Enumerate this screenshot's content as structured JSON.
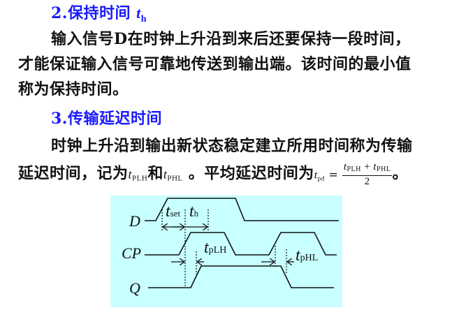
{
  "section2": {
    "heading_prefix": "2.保持时间 ",
    "heading_symbol": "t",
    "heading_subscript": "h",
    "paragraph_lines": [
      "输入信号D在时钟上升沿到来后还要保持一段时间，",
      "才能保证输入信号可靠地传送到输出端。该时间的最小值",
      "称为保持时间。"
    ]
  },
  "section3": {
    "heading": "3.传输延迟时间",
    "paragraph_line1": "时钟上升沿到输出新状态稳定建立所用时间称为传输",
    "paragraph_line2": {
      "text_a": "延迟时间，记为",
      "sym1": "t",
      "sub1": "PLH",
      "text_b": "和",
      "sym2": "t",
      "sub2": "PHL",
      "text_c": " 。平均延迟时间为",
      "formula": {
        "lhs_sym": "t",
        "lhs_sub": "pd",
        "equals": " = ",
        "numerator": "tPLH + tPHL",
        "num_sym1": "t",
        "num_sub1": "PLH",
        "num_plus": " + ",
        "num_sym2": "t",
        "num_sub2": "PHL",
        "denominator": "2"
      },
      "end_punct": "。"
    }
  },
  "timing_diagram": {
    "background": "#c8ffff",
    "signals": [
      "D",
      "CP",
      "Q"
    ],
    "labels": {
      "D": "D",
      "CP": "CP",
      "Q": "Q",
      "t_set": "t",
      "t_set_sub": "set",
      "t_h": "t",
      "t_h_sub": "h",
      "t_pLH": "t",
      "t_pLH_sub": "pLH",
      "t_pHL": "t",
      "t_pHL_sub": "pHL"
    }
  }
}
